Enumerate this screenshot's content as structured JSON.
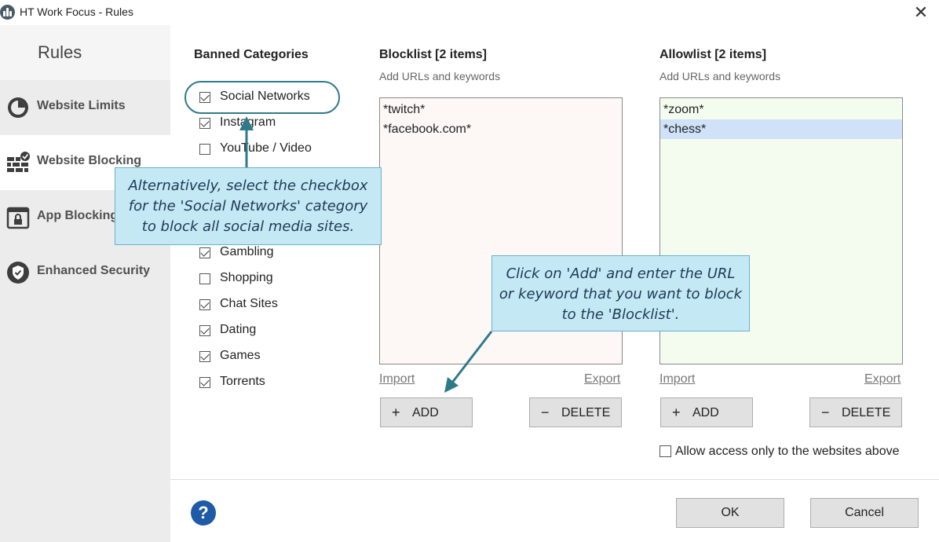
{
  "window": {
    "title": "HT Work Focus - Rules",
    "close_icon": "close-icon"
  },
  "sidebar": {
    "heading": "Rules",
    "items": [
      {
        "label": "Website Limits",
        "icon": "clock-icon"
      },
      {
        "label": "Website Blocking",
        "icon": "wall-check-icon",
        "active": true
      },
      {
        "label": "App Blocking",
        "icon": "app-lock-icon"
      },
      {
        "label": "Enhanced Security",
        "icon": "shield-check-icon"
      }
    ]
  },
  "banned_categories": {
    "title": "Banned Categories",
    "items": [
      {
        "label": "Social Networks",
        "checked": true
      },
      {
        "label": "Instagram",
        "checked": true
      },
      {
        "label": "YouTube / Video",
        "checked": false
      },
      {
        "label": "Gambling",
        "checked": true
      },
      {
        "label": "Shopping",
        "checked": false
      },
      {
        "label": "Chat Sites",
        "checked": true
      },
      {
        "label": "Dating",
        "checked": true
      },
      {
        "label": "Games",
        "checked": true
      },
      {
        "label": "Torrents",
        "checked": true
      }
    ]
  },
  "blocklist": {
    "title": "Blocklist [2 items]",
    "subtitle": "Add URLs and keywords",
    "items": [
      "*twitch*",
      "*facebook.com*"
    ],
    "import_label": "Import",
    "export_label": "Export",
    "add_label": "ADD",
    "delete_label": "DELETE"
  },
  "allowlist": {
    "title": "Allowlist [2 items]",
    "subtitle": "Add URLs and keywords",
    "items": [
      "*zoom*",
      "*chess*"
    ],
    "selected_index": 1,
    "import_label": "Import",
    "export_label": "Export",
    "add_label": "ADD",
    "delete_label": "DELETE"
  },
  "allow_only": {
    "label": "Allow access only to the websites above",
    "checked": false
  },
  "footer": {
    "ok_label": "OK",
    "cancel_label": "Cancel",
    "help_symbol": "?"
  },
  "annotations": {
    "callout_checkbox": "Alternatively, select the checkbox for the 'Social Networks' category to block all social media sites.",
    "callout_add": "Click on 'Add' and enter the URL or keyword that you want to block to the 'Blocklist'."
  },
  "colors": {
    "blocklist_bg": "#fdf7f5",
    "allowlist_bg": "#f4fcef",
    "selection": "#cfe2f8",
    "callout_bg": "#c5e8f5",
    "arrow": "#2f7a8a",
    "help": "#1f5aa6"
  }
}
